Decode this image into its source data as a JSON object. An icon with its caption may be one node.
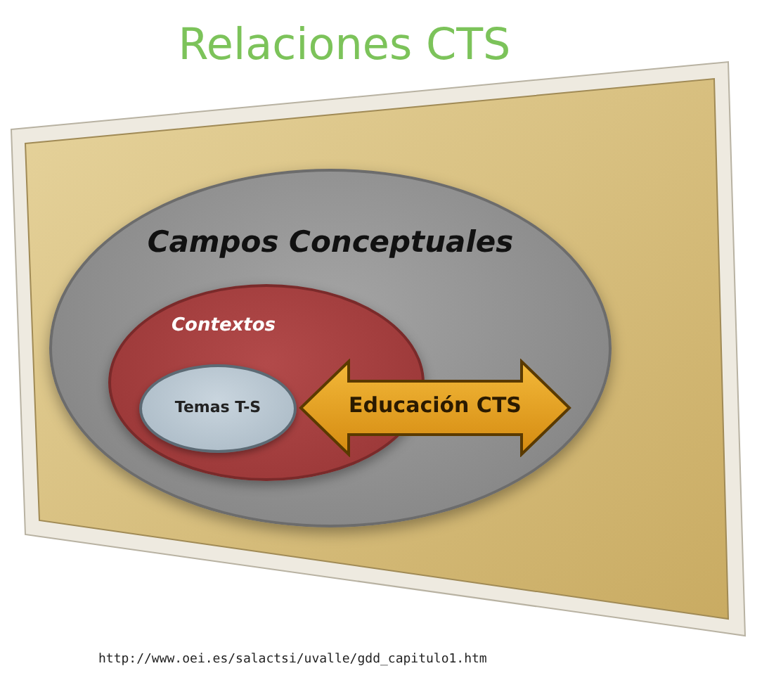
{
  "diagram": {
    "title": "Relaciones CTS",
    "nodes": [
      {
        "text": [
          "Campos Conceptuales"
        ]
      },
      {
        "text": [
          "Contextos"
        ],
        "in": 0
      },
      {
        "text": [
          "Temas T-S"
        ],
        "in": 1
      },
      {
        "text": [
          "Educación CTS"
        ],
        "in": 0
      }
    ],
    "labels": [
      "http://www.oei.es/salactsi/uvalle/gdd_capitulo1.htm"
    ]
  }
}
